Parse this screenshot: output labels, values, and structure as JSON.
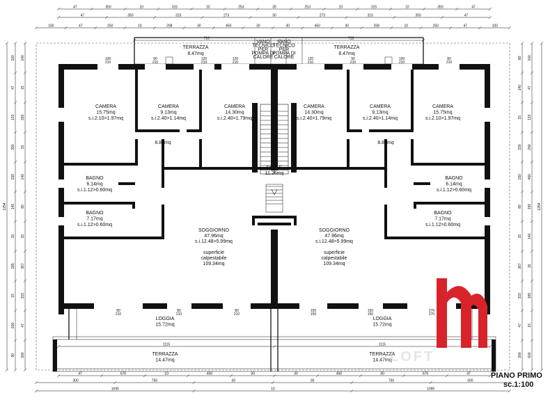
{
  "title": "PIANO PRIMO",
  "scale": "sc.1:100",
  "watermark": "LOFT",
  "colors": {
    "walls": "#111111",
    "background": "#ffffff",
    "watermark_red": "#d9232a"
  },
  "rooms": [
    {
      "id": "terrazza-top-left",
      "lines": [
        "TERRAZZA",
        "8.47mq"
      ]
    },
    {
      "id": "terrazza-top-right",
      "lines": [
        "TERRAZZA",
        "8.47mq"
      ]
    },
    {
      "id": "vano-tecnico-left",
      "lines": [
        "VANO",
        "TECNICO",
        "PER",
        "POMPA DI",
        "CALORE"
      ]
    },
    {
      "id": "vano-tecnico-right",
      "lines": [
        "VANO",
        "TECNICO",
        "PER",
        "POMPA DI",
        "CALORE"
      ]
    },
    {
      "id": "camera-1",
      "lines": [
        "CAMERA",
        "15.75mq",
        "s.i.2.10>1.97mq"
      ]
    },
    {
      "id": "camera-2",
      "lines": [
        "CAMERA",
        "9.13mq",
        "s.i.2.40>1.14mq"
      ]
    },
    {
      "id": "camera-3",
      "lines": [
        "CAMERA",
        "14.30mq",
        "s.i.2.40>1.79mq"
      ]
    },
    {
      "id": "camera-4",
      "lines": [
        "CAMERA",
        "14.30mq",
        "s.i.2.40>1.79mq"
      ]
    },
    {
      "id": "camera-5",
      "lines": [
        "CAMERA",
        "9.13mq",
        "s.i.2.40>1.14mq"
      ]
    },
    {
      "id": "camera-6",
      "lines": [
        "CAMERA",
        "15.75mq",
        "s.i.2.10>1.97mq"
      ]
    },
    {
      "id": "disimpegno-left",
      "lines": [
        "8.88mq"
      ]
    },
    {
      "id": "disimpegno-right",
      "lines": [
        "8.88mq"
      ]
    },
    {
      "id": "scale",
      "lines": [
        "SCALE",
        "11.26mq"
      ]
    },
    {
      "id": "bagno-1",
      "lines": [
        "BAGNO",
        "6.14mq",
        "s.i.1.12>0.60mq"
      ]
    },
    {
      "id": "bagno-2",
      "lines": [
        "BAGNO",
        "7.17mq",
        "s.i.1.12>0.60mq"
      ]
    },
    {
      "id": "bagno-3",
      "lines": [
        "BAGNO",
        "6.14mq",
        "s.i.1.12>0.60mq"
      ]
    },
    {
      "id": "bagno-4",
      "lines": [
        "BAGNO",
        "7.17mq",
        "s.i.1.12>0.60mq"
      ]
    },
    {
      "id": "soggiorno-left",
      "lines": [
        "SOGGIORNO",
        "47.96mq",
        "s.i.12.48>5.99mq",
        "",
        "superficie",
        "calpestabile",
        "109.34mq"
      ]
    },
    {
      "id": "soggiorno-right",
      "lines": [
        "SOGGIORNO",
        "47.96mq",
        "s.i.12.48>5.99mq",
        "",
        "superficie",
        "calpestabile",
        "109.34mq"
      ]
    },
    {
      "id": "loggia-left",
      "lines": [
        "LOGGIA",
        "15.72mq"
      ]
    },
    {
      "id": "loggia-right",
      "lines": [
        "LOGGIA",
        "15.72mq"
      ]
    },
    {
      "id": "terrazza-bottom-left",
      "lines": [
        "TERRAZZA",
        "14.47mq"
      ]
    },
    {
      "id": "terrazza-bottom-right",
      "lines": [
        "TERRAZZA",
        "14.47mq"
      ]
    }
  ],
  "dimensions": {
    "top_row1": [
      "47",
      "350",
      "10",
      "315",
      "10",
      "253",
      "30",
      "253",
      "10",
      "315",
      "10",
      "350",
      "47"
    ],
    "top_row2": [
      "47",
      "350",
      "315",
      "273",
      "30",
      "273",
      "315",
      "350",
      "47"
    ],
    "top_row3": [
      "100",
      "47",
      "250",
      "10",
      "208",
      "30",
      "450",
      "30",
      "30",
      "450",
      "30",
      "208",
      "10",
      "250",
      "47",
      "100"
    ],
    "top_terrace": [
      "710",
      "710"
    ],
    "bottom_row1": [
      "47",
      "676",
      "10",
      "450",
      "30",
      "30",
      "450",
      "30",
      "676",
      "47"
    ],
    "bottom_row2": [
      "300",
      "750",
      "30",
      "30",
      "750",
      "300"
    ],
    "bottom_row3": [
      "1095",
      "10",
      "1095"
    ],
    "bottom_terrace": [
      "1115",
      "1115"
    ],
    "left_outer": [
      "1254",
      "100",
      "47",
      "133",
      "390",
      "150",
      "140",
      "15",
      "185",
      "15",
      "600",
      "80",
      "140",
      "15",
      "330",
      "15",
      "140",
      "80",
      "15",
      "367",
      "315",
      "47",
      "300"
    ],
    "right_outer": [
      "100",
      "47",
      "133",
      "290",
      "450",
      "150",
      "140",
      "15",
      "185",
      "15",
      "600",
      "80",
      "140",
      "15",
      "330",
      "150",
      "80",
      "15",
      "367",
      "315",
      "47",
      "300",
      "1254"
    ],
    "openings": [
      "100",
      "210",
      "90",
      "210",
      "120",
      "210",
      "120",
      "210",
      "120",
      "210",
      "90",
      "210",
      "100",
      "210",
      "80",
      "210",
      "80",
      "210",
      "80",
      "210",
      "80",
      "210",
      "150",
      "150",
      "150",
      "150",
      "270",
      "270",
      "80",
      "210",
      "80",
      "210",
      "80",
      "210",
      "80",
      "210",
      "120",
      "210",
      "90",
      "210",
      "100",
      "210",
      "130",
      "110",
      "130",
      "110"
    ]
  }
}
